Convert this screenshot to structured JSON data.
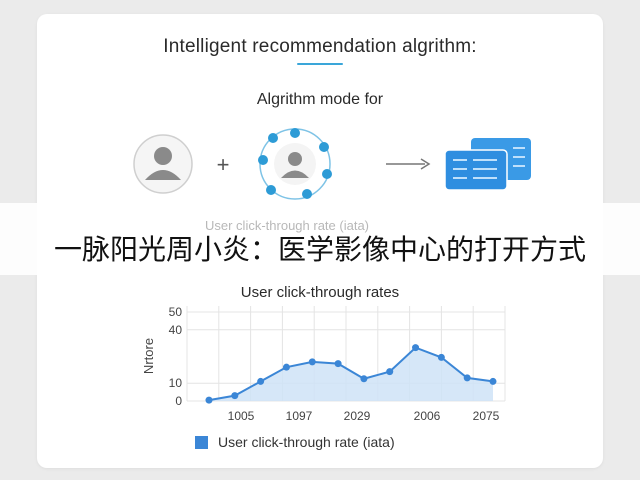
{
  "header": {
    "title": "Intelligent recommendation algrithm:",
    "subtitle": "Algrithm mode for"
  },
  "diagram": {
    "icons": [
      "user-avatar-icon",
      "plus-sign",
      "user-avatar-icon",
      "sync-icon",
      "arrow-right-icon",
      "document-stack-icon"
    ],
    "plus": "+",
    "colors": {
      "accent": "#3aa6d9",
      "document": "#2f8ee0",
      "avatar": "#7f7f7f"
    }
  },
  "banner": {
    "ghost_text": "User click-through rate (iata)",
    "text": "一脉阳光周小炎：医学影像中心的打开方式"
  },
  "chart_data": {
    "type": "area",
    "title": "User click-through rates",
    "ylabel": "Nrtore",
    "xlabel": "",
    "ylim": [
      0,
      50
    ],
    "yticks": [
      0,
      10,
      40,
      50
    ],
    "ytick_labels": [
      "0",
      "10",
      "40",
      "50"
    ],
    "xtick_labels": [
      "1005",
      "1097",
      "2029",
      "2006",
      "2075"
    ],
    "series": [
      {
        "name": "User click-through rate (iata)",
        "points": [
          0,
          2.5,
          10.5,
          18.5,
          21.5,
          20.5,
          12,
          16,
          30,
          24.5,
          13,
          10.5
        ],
        "values": [
          0.5,
          3,
          11,
          19,
          22,
          21,
          12.5,
          16.5,
          30,
          24.5,
          13,
          11
        ]
      }
    ],
    "grid": true,
    "legend": "bottom",
    "colors": {
      "line": "#3b86d6",
      "fill": "#cfe3f7",
      "grid": "#e4e4e4"
    }
  }
}
